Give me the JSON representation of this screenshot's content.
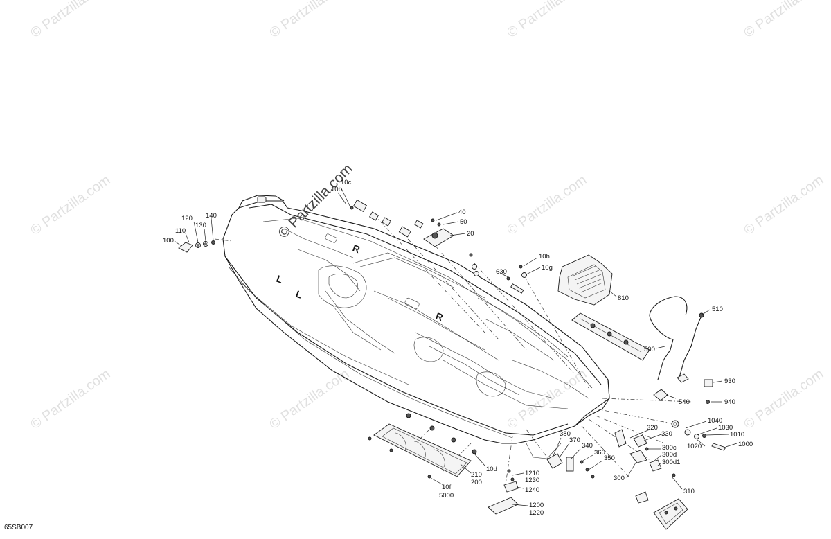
{
  "watermark": {
    "text": "© Partzilla.com",
    "center_text": "© Partzilla.com"
  },
  "diagram_code": "65SB007",
  "labels": {
    "l10c": "10c",
    "l10b": "10b",
    "l40": "40",
    "l50": "50",
    "l20": "20",
    "l120": "120",
    "l140": "140",
    "l110": "110",
    "l130": "130",
    "l100": "100",
    "l10h": "10h",
    "l10g": "10g",
    "l630": "630",
    "l810": "810",
    "l510": "510",
    "l500": "500",
    "l540": "540",
    "l930": "930",
    "l940": "940",
    "l1040": "1040",
    "l1030": "1030",
    "l1010": "1010",
    "l1020": "1020",
    "l1000": "1000",
    "l320": "320",
    "l330": "330",
    "l300c": "300c",
    "l300d": "300d",
    "l300d1": "300d1",
    "l300": "300",
    "l310": "310",
    "l380": "380",
    "l370": "370",
    "l340": "340",
    "l360": "360",
    "l350": "350",
    "l1210": "1210",
    "l1230": "1230",
    "l1240": "1240",
    "l1200": "1200",
    "l1220": "1220",
    "l210": "210",
    "l200": "200",
    "l10d": "10d",
    "l10f": "10f",
    "l5000": "5000"
  },
  "hull_markings": {
    "left_L": "L",
    "right_R1": "R",
    "right_R2": "R",
    "left_L2": "L"
  }
}
